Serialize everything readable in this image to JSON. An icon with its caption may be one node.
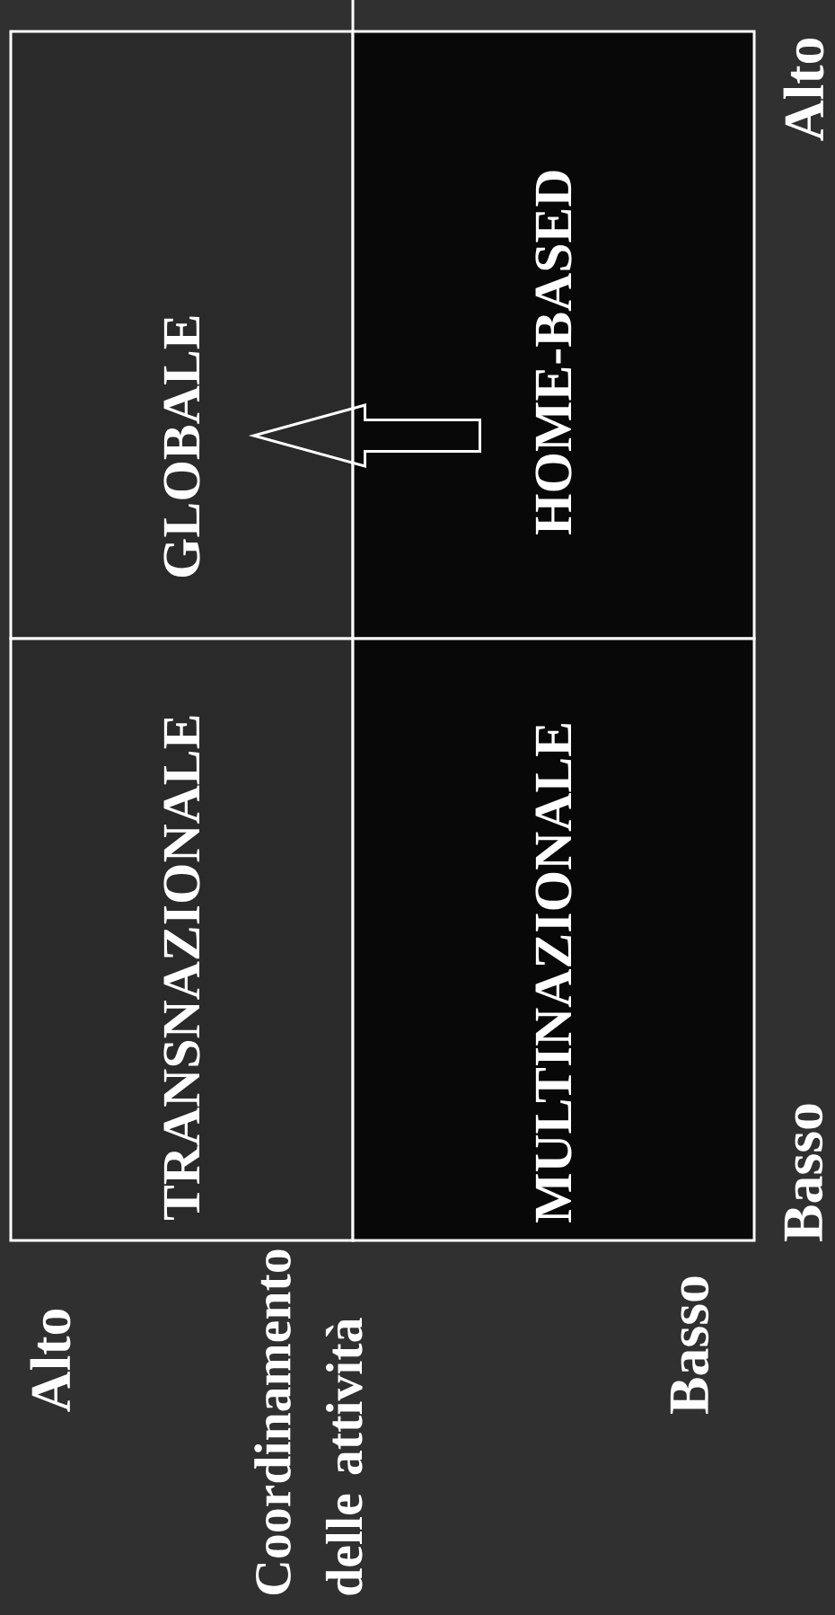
{
  "diagram": {
    "nodes": [
      {
        "text": [
          "GLOBALE"
        ]
      },
      {
        "text": [
          "HOME-BASED"
        ]
      },
      {
        "text": [
          "TRANSNAZIONALE"
        ]
      },
      {
        "text": [
          "MULTINAZIONALE"
        ]
      }
    ],
    "edges": [
      {
        "from": 1,
        "to": 0,
        "arrow": "to"
      }
    ],
    "labels": [
      "Alto",
      "Coordinamento delle attività",
      "Basso",
      "Basso",
      "Alto"
    ]
  }
}
